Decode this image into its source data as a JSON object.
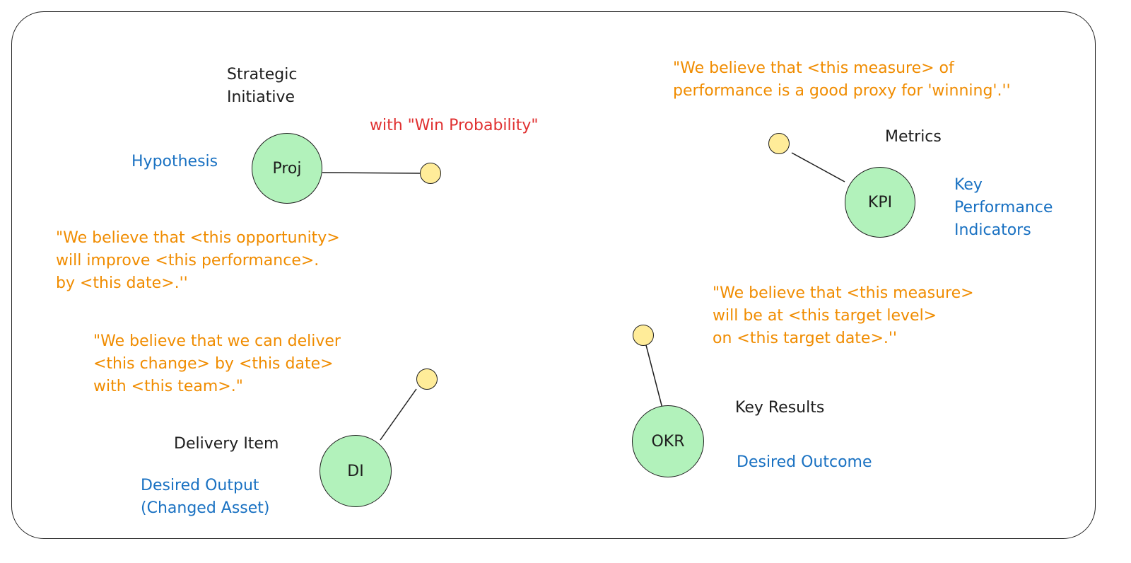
{
  "colors": {
    "node_fill": "#b2f2bb",
    "dot_fill": "#ffec99",
    "label_dark": "#1e1e1e",
    "label_blue": "#1971c2",
    "quote_orange": "#f08c00",
    "note_red": "#e03131"
  },
  "nodes": {
    "proj": {
      "label": "Proj",
      "title": "Strategic\nInitiative",
      "subtitle": "Hypothesis",
      "note": "with \"Win Probability\"",
      "quote": "\"We believe that <this opportunity>\nwill improve <this performance>.\nby <this date>.''"
    },
    "kpi": {
      "label": "KPI",
      "title": "Metrics",
      "subtitle": "Key\nPerformance\nIndicators",
      "quote": "\"We believe that <this measure> of\nperformance is a good proxy for 'winning'.''"
    },
    "di": {
      "label": "DI",
      "title": "Delivery Item",
      "subtitle": "Desired Output\n(Changed Asset)",
      "quote": "\"We believe that we can deliver\n<this change> by <this date>\nwith <this team>.\""
    },
    "okr": {
      "label": "OKR",
      "title": "Key Results",
      "subtitle": "Desired Outcome",
      "quote": "\"We believe that <this measure>\nwill be at <this target level>\non <this target date>.''"
    }
  }
}
